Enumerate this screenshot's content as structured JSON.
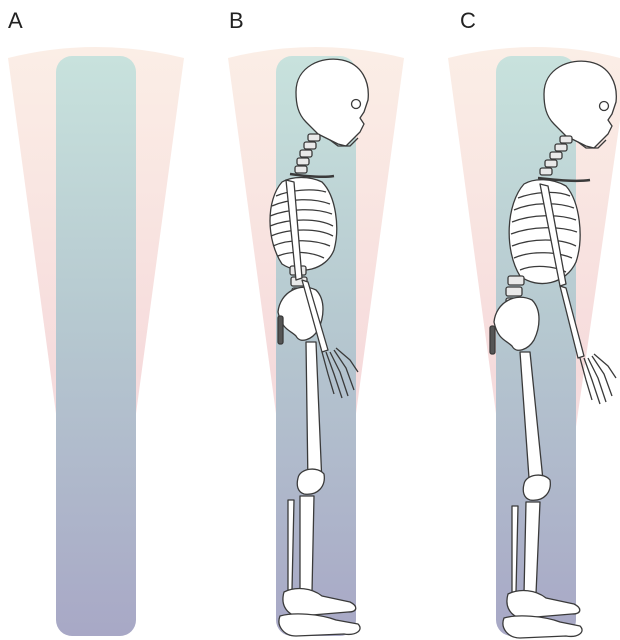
{
  "panels": [
    {
      "label": "A"
    },
    {
      "label": "B"
    },
    {
      "label": "C"
    }
  ],
  "colors": {
    "cone_top": "#fbeee6",
    "cone_mid": "#f7d9dc",
    "column_top": "#c7e0dc",
    "column_bottom": "#a9a9c8",
    "bone_fill": "#ffffff",
    "bone_stroke": "#3a3a3a"
  }
}
